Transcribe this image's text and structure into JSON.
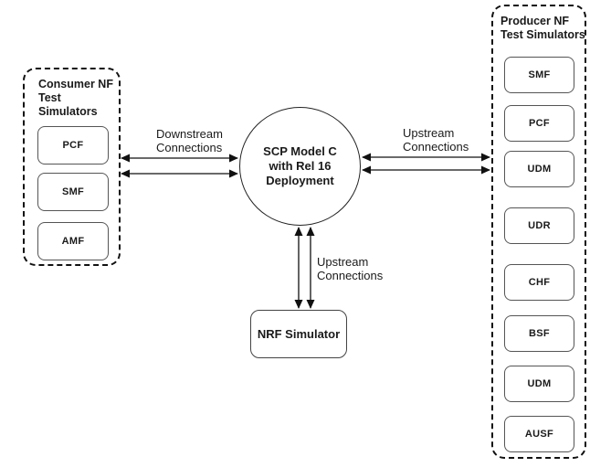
{
  "colors": {
    "ink": "#1a1a1a",
    "background": "#ffffff"
  },
  "consumer_group": {
    "title_lines": [
      "Consumer NF",
      "Test",
      "Simulators"
    ],
    "nodes": [
      "PCF",
      "SMF",
      "AMF"
    ]
  },
  "scp_node": {
    "label_lines": [
      "SCP Model C",
      "with Rel 16",
      "Deployment"
    ]
  },
  "producer_group": {
    "title_lines": [
      "Producer NF",
      "Test Simulators"
    ],
    "nodes": [
      "SMF",
      "PCF",
      "UDM",
      "UDR",
      "CHF",
      "BSF",
      "UDM",
      "AUSF"
    ]
  },
  "nrf_node": {
    "label": "NRF Simulator"
  },
  "edges": {
    "downstream": {
      "lines": [
        "Downstream",
        "Connections"
      ]
    },
    "upstream_right": {
      "lines": [
        "Upstream",
        "Connections"
      ]
    },
    "upstream_bottom": {
      "lines": [
        "Upstream",
        "Connections"
      ]
    }
  }
}
